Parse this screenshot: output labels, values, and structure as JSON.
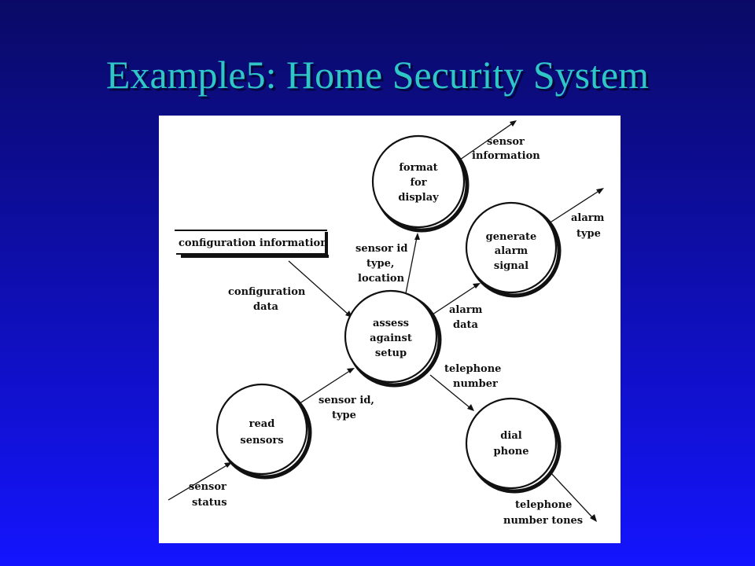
{
  "slide": {
    "title": "Example5: Home Security System"
  },
  "diagram": {
    "processes": {
      "format": [
        "format",
        "for",
        "display"
      ],
      "generate": [
        "generate",
        "alarm",
        "signal"
      ],
      "assess": [
        "assess",
        "against",
        "setup"
      ],
      "read": [
        "read",
        "sensors"
      ],
      "dial": [
        "dial",
        "phone"
      ]
    },
    "data_store": "configuration information",
    "flows": {
      "sensor_information": [
        "sensor",
        "information"
      ],
      "alarm_type": [
        "alarm",
        "type"
      ],
      "sensor_id_type_location": [
        "sensor id",
        "type,",
        "location"
      ],
      "configuration_data": [
        "configuration",
        "data"
      ],
      "alarm_data": [
        "alarm",
        "data"
      ],
      "telephone_number": [
        "telephone",
        "number"
      ],
      "sensor_id_type": [
        "sensor id,",
        "type"
      ],
      "sensor_status": [
        "sensor",
        "status"
      ],
      "telephone_number_tones": [
        "telephone",
        "number tones"
      ]
    }
  }
}
